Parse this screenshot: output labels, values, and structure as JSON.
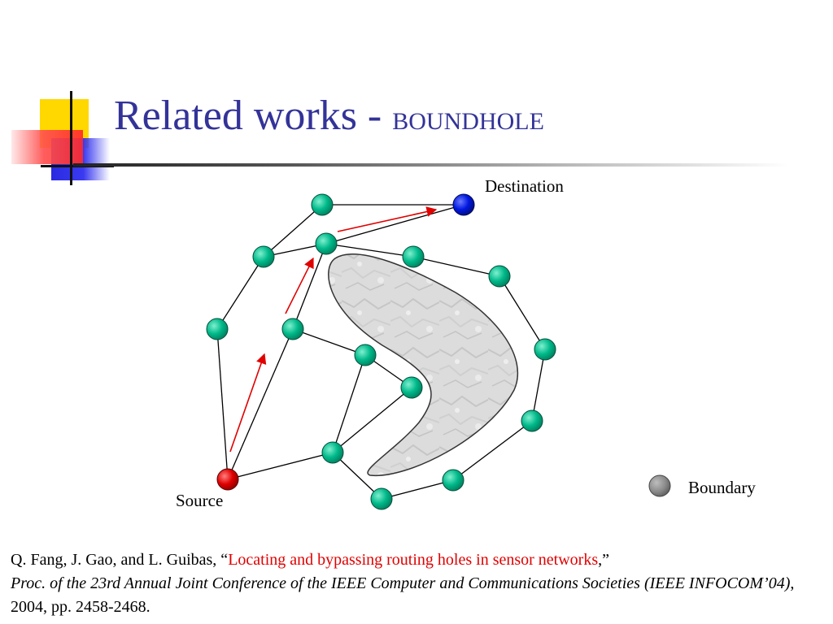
{
  "slide": {
    "title_main": "Related works - ",
    "title_sub": "BOUNDHOLE"
  },
  "diagram": {
    "labels": {
      "destination": "Destination",
      "source": "Source",
      "boundary_legend": "Boundary"
    },
    "colors": {
      "node": "#00b98a",
      "source": "#e00000",
      "destination": "#0018e0",
      "boundary": "#8c8c8c",
      "arrow": "#e00000",
      "edge": "#000000",
      "hole": "#dcdcdc"
    }
  },
  "citation": {
    "authors": "Q. Fang, J. Gao, and L. Guibas, “",
    "paper_title": "Locating and bypassing routing holes in sensor networks",
    "after_title": ",”",
    "venue": "Proc. of the 23rd Annual Joint Conference of the IEEE Computer and Communications Societies (IEEE INFOCOM’04)",
    "details": ", 2004, pp. 2458-2468."
  }
}
